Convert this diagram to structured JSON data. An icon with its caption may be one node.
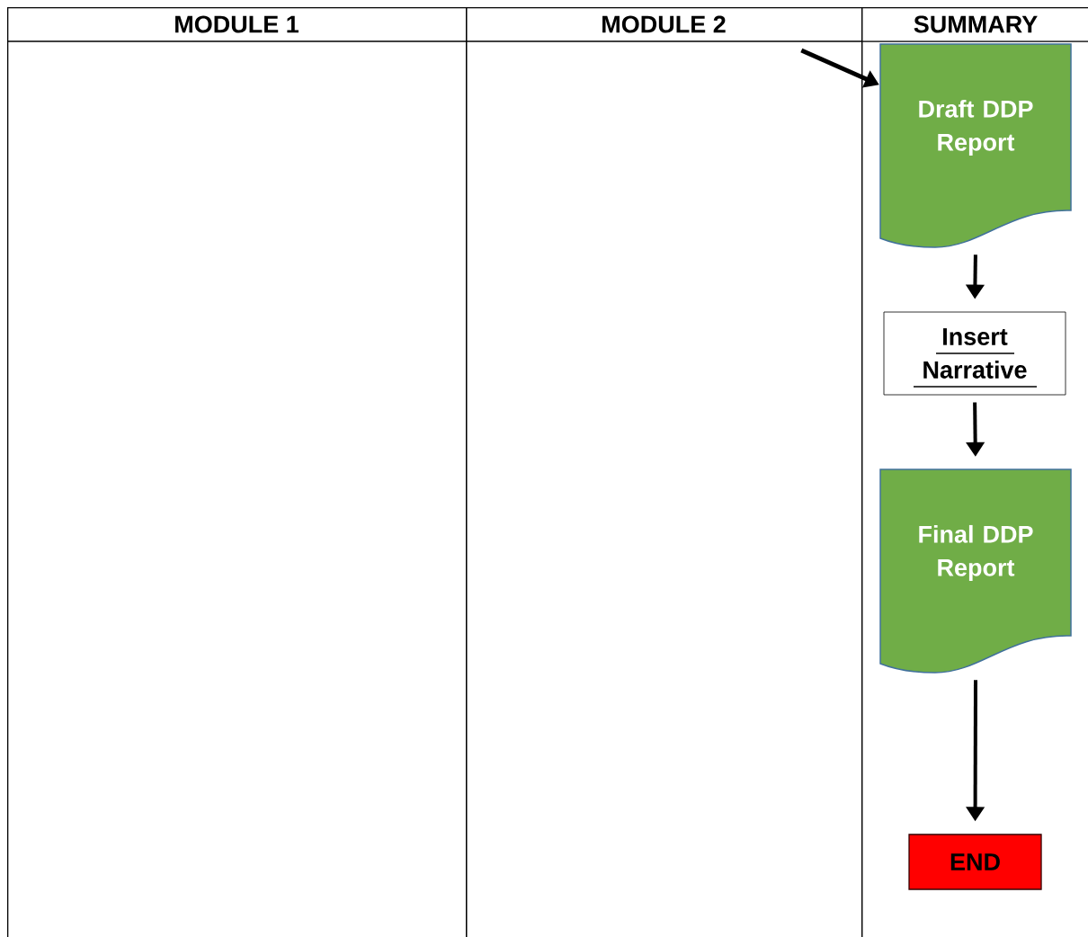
{
  "diagram": {
    "nodes": [
      {
        "text": [
          "MODULE 1"
        ]
      },
      {
        "text": [
          "MODULE 2"
        ]
      },
      {
        "text": [
          "SUMMARY"
        ]
      },
      {
        "text": [
          "Draft DDP Report"
        ],
        "in": 2
      },
      {
        "text": [
          "Insert Narrative"
        ],
        "in": 2
      },
      {
        "text": [
          "Final DDP Report"
        ],
        "in": 2
      },
      {
        "text": [
          "END"
        ],
        "in": 2
      }
    ],
    "edges": [
      {
        "from": 1,
        "to": 3,
        "arrow": "to"
      },
      {
        "from": 3,
        "to": 4,
        "arrow": "to"
      },
      {
        "from": 4,
        "to": 5,
        "arrow": "to"
      },
      {
        "from": 5,
        "to": 6,
        "arrow": "to"
      }
    ]
  }
}
